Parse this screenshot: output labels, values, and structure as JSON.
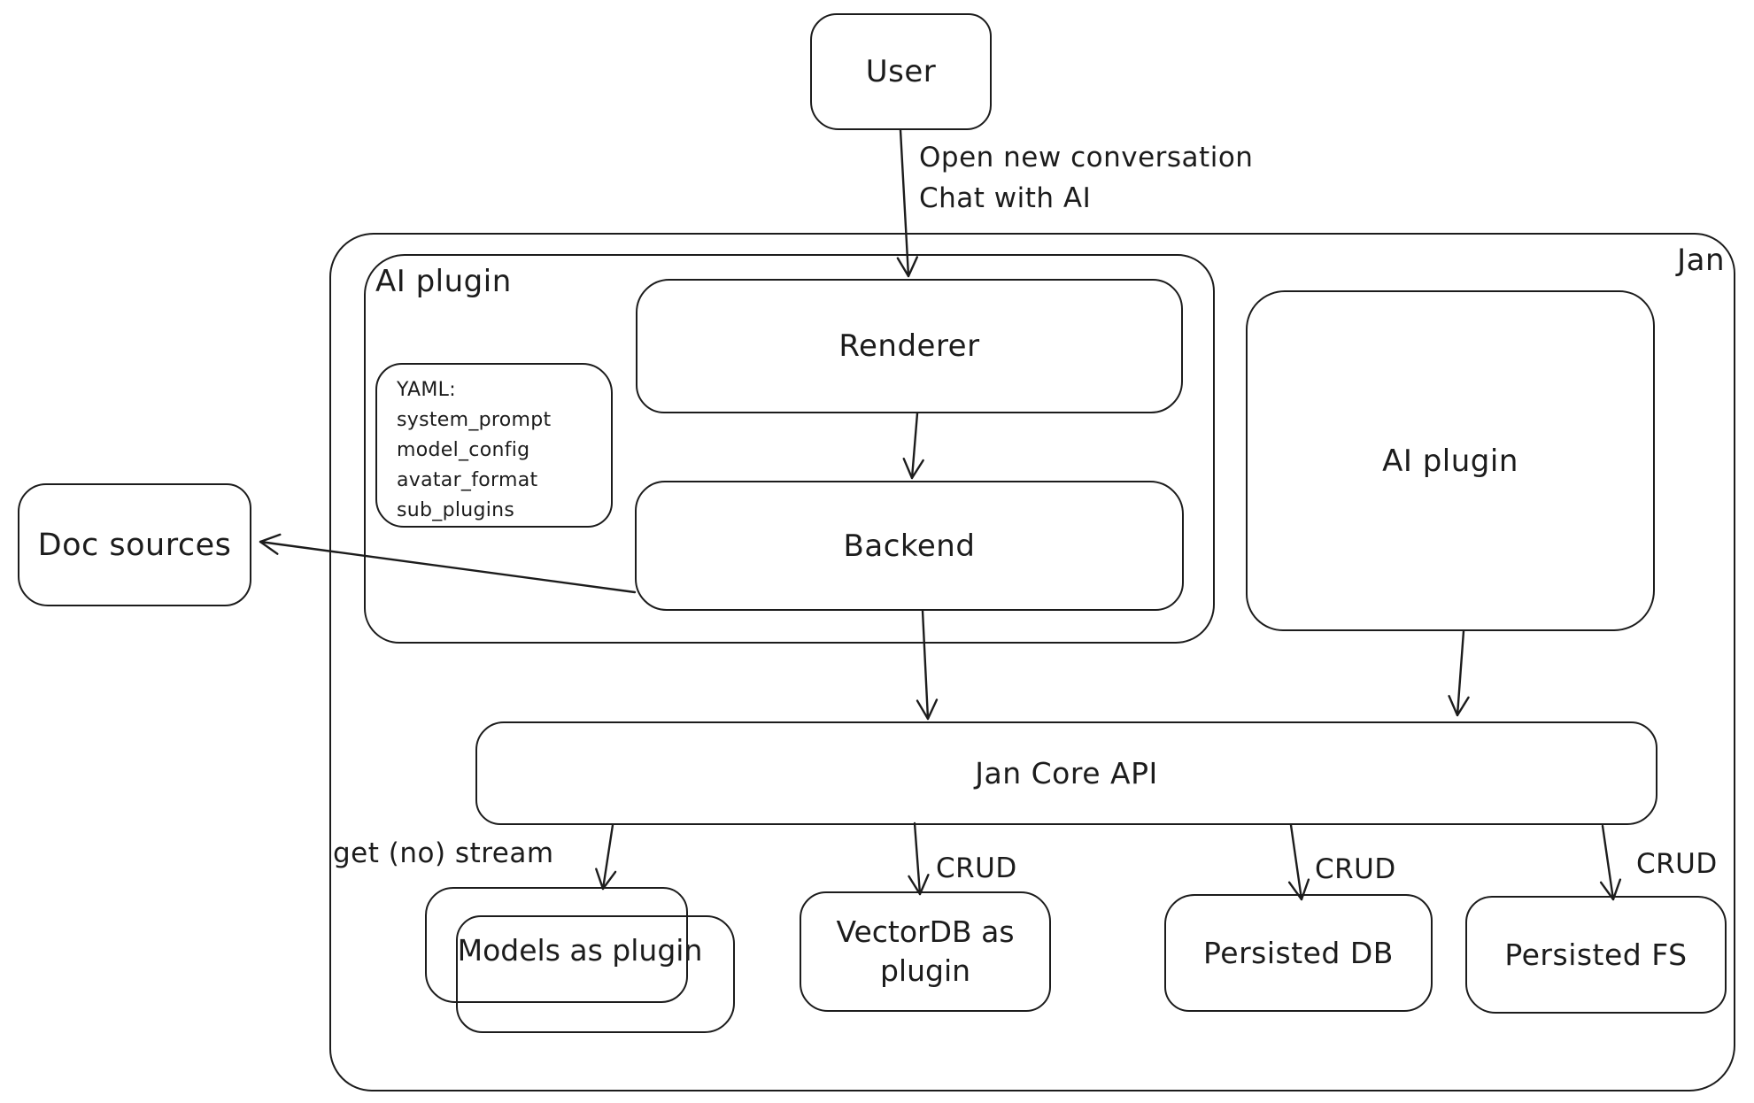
{
  "canvas": {
    "background": "#ffffff",
    "stroke_color": "#1c1c1c"
  },
  "nodes": {
    "user": "User",
    "jan_container": "Jan",
    "ai_plugin_container": "AI plugin",
    "renderer": "Renderer",
    "backend": "Backend",
    "doc_sources": "Doc sources",
    "ai_plugin_box": "AI plugin",
    "jan_core_api": "Jan Core API",
    "models_as_plugin": "Models as plugin",
    "vectordb_as_plugin": "VectorDB as plugin",
    "persisted_db": "Persisted DB",
    "persisted_fs": "Persisted FS"
  },
  "yaml_note": {
    "title": "YAML:",
    "lines": [
      "system_prompt",
      "model_config",
      "avatar_format",
      "sub_plugins"
    ]
  },
  "edge_labels": {
    "open_conversation_line1": "Open new conversation",
    "open_conversation_line2": "Chat with AI",
    "get_no_stream": "get (no) stream",
    "crud_vectordb": "CRUD",
    "crud_persisted_db": "CRUD",
    "crud_persisted_fs": "CRUD"
  }
}
